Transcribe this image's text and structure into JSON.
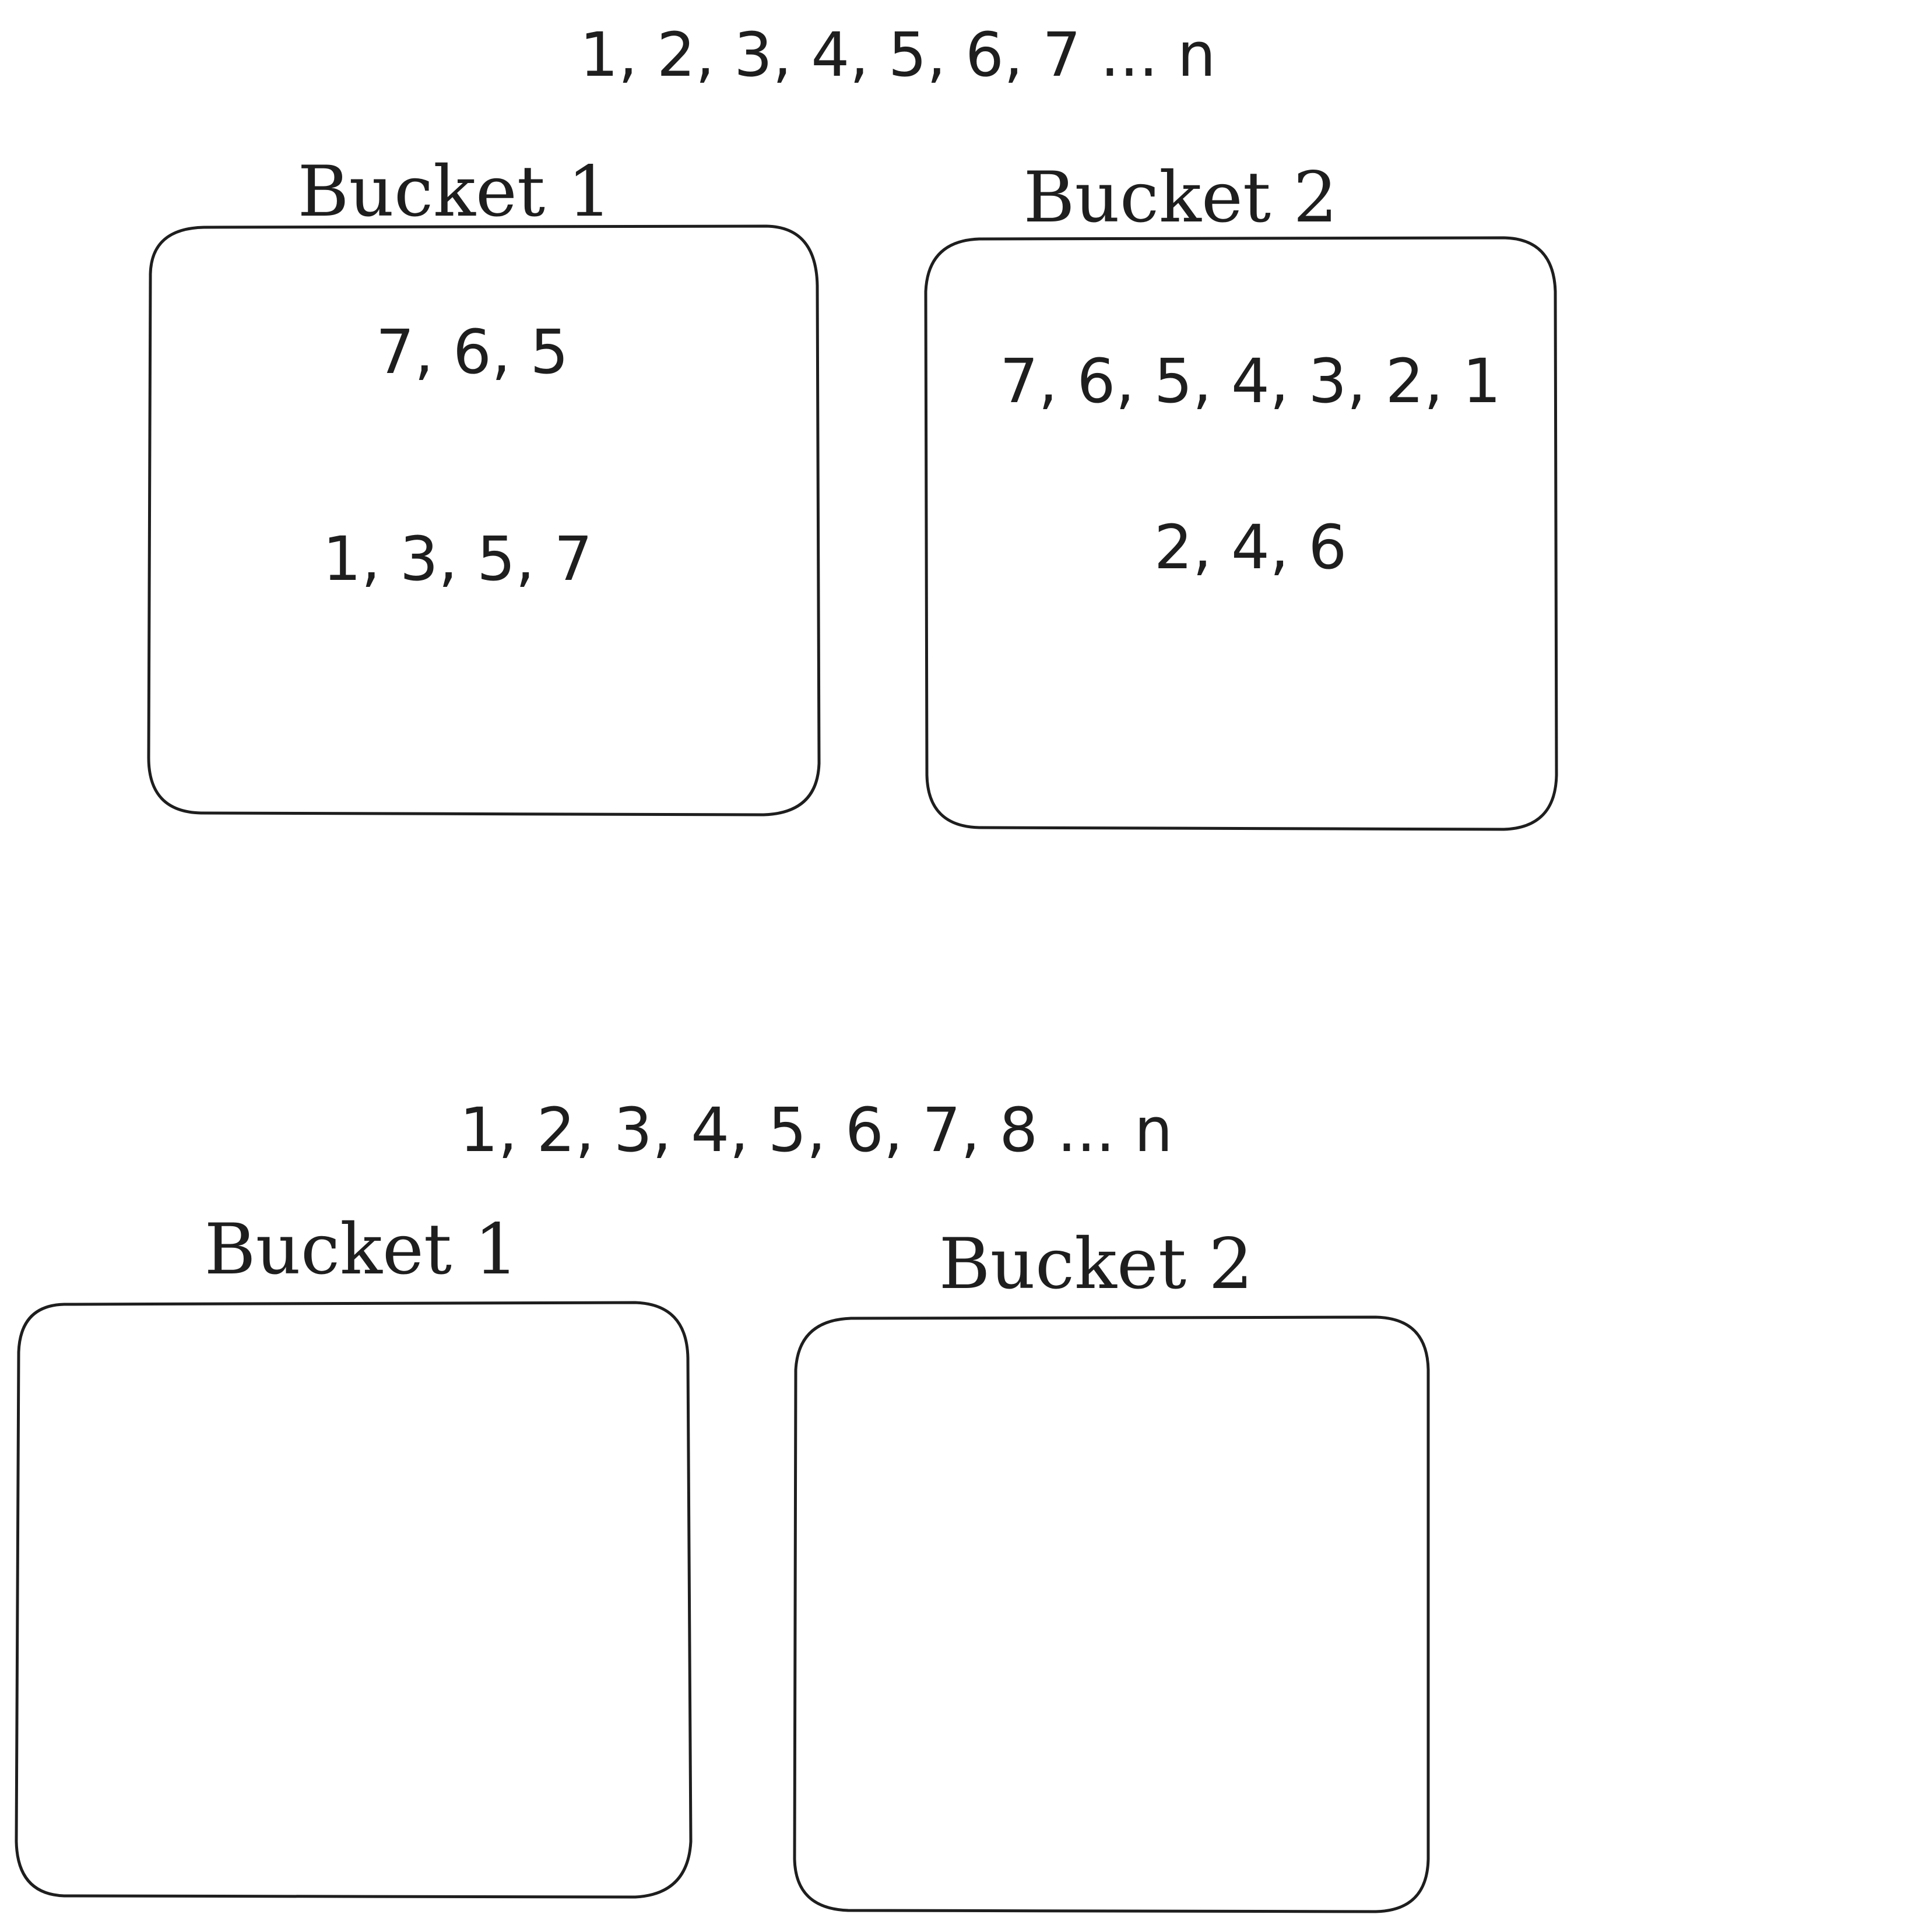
{
  "colors": {
    "ink": "#1e1e1e",
    "background": "#ffffff"
  },
  "top": {
    "sequence": "1, 2, 3, 4, 5, 6, 7 ... n",
    "bucket1": {
      "label": "Bucket 1",
      "line1": "7, 6, 5",
      "line2": "1, 3, 5, 7"
    },
    "bucket2": {
      "label": "Bucket 2",
      "line1": "7, 6, 5, 4, 3, 2, 1",
      "line2": "2, 4, 6"
    }
  },
  "bottom": {
    "sequence": "1, 2, 3, 4, 5, 6, 7, 8 ... n",
    "bucket1": {
      "label": "Bucket 1"
    },
    "bucket2": {
      "label": "Bucket 2"
    }
  }
}
